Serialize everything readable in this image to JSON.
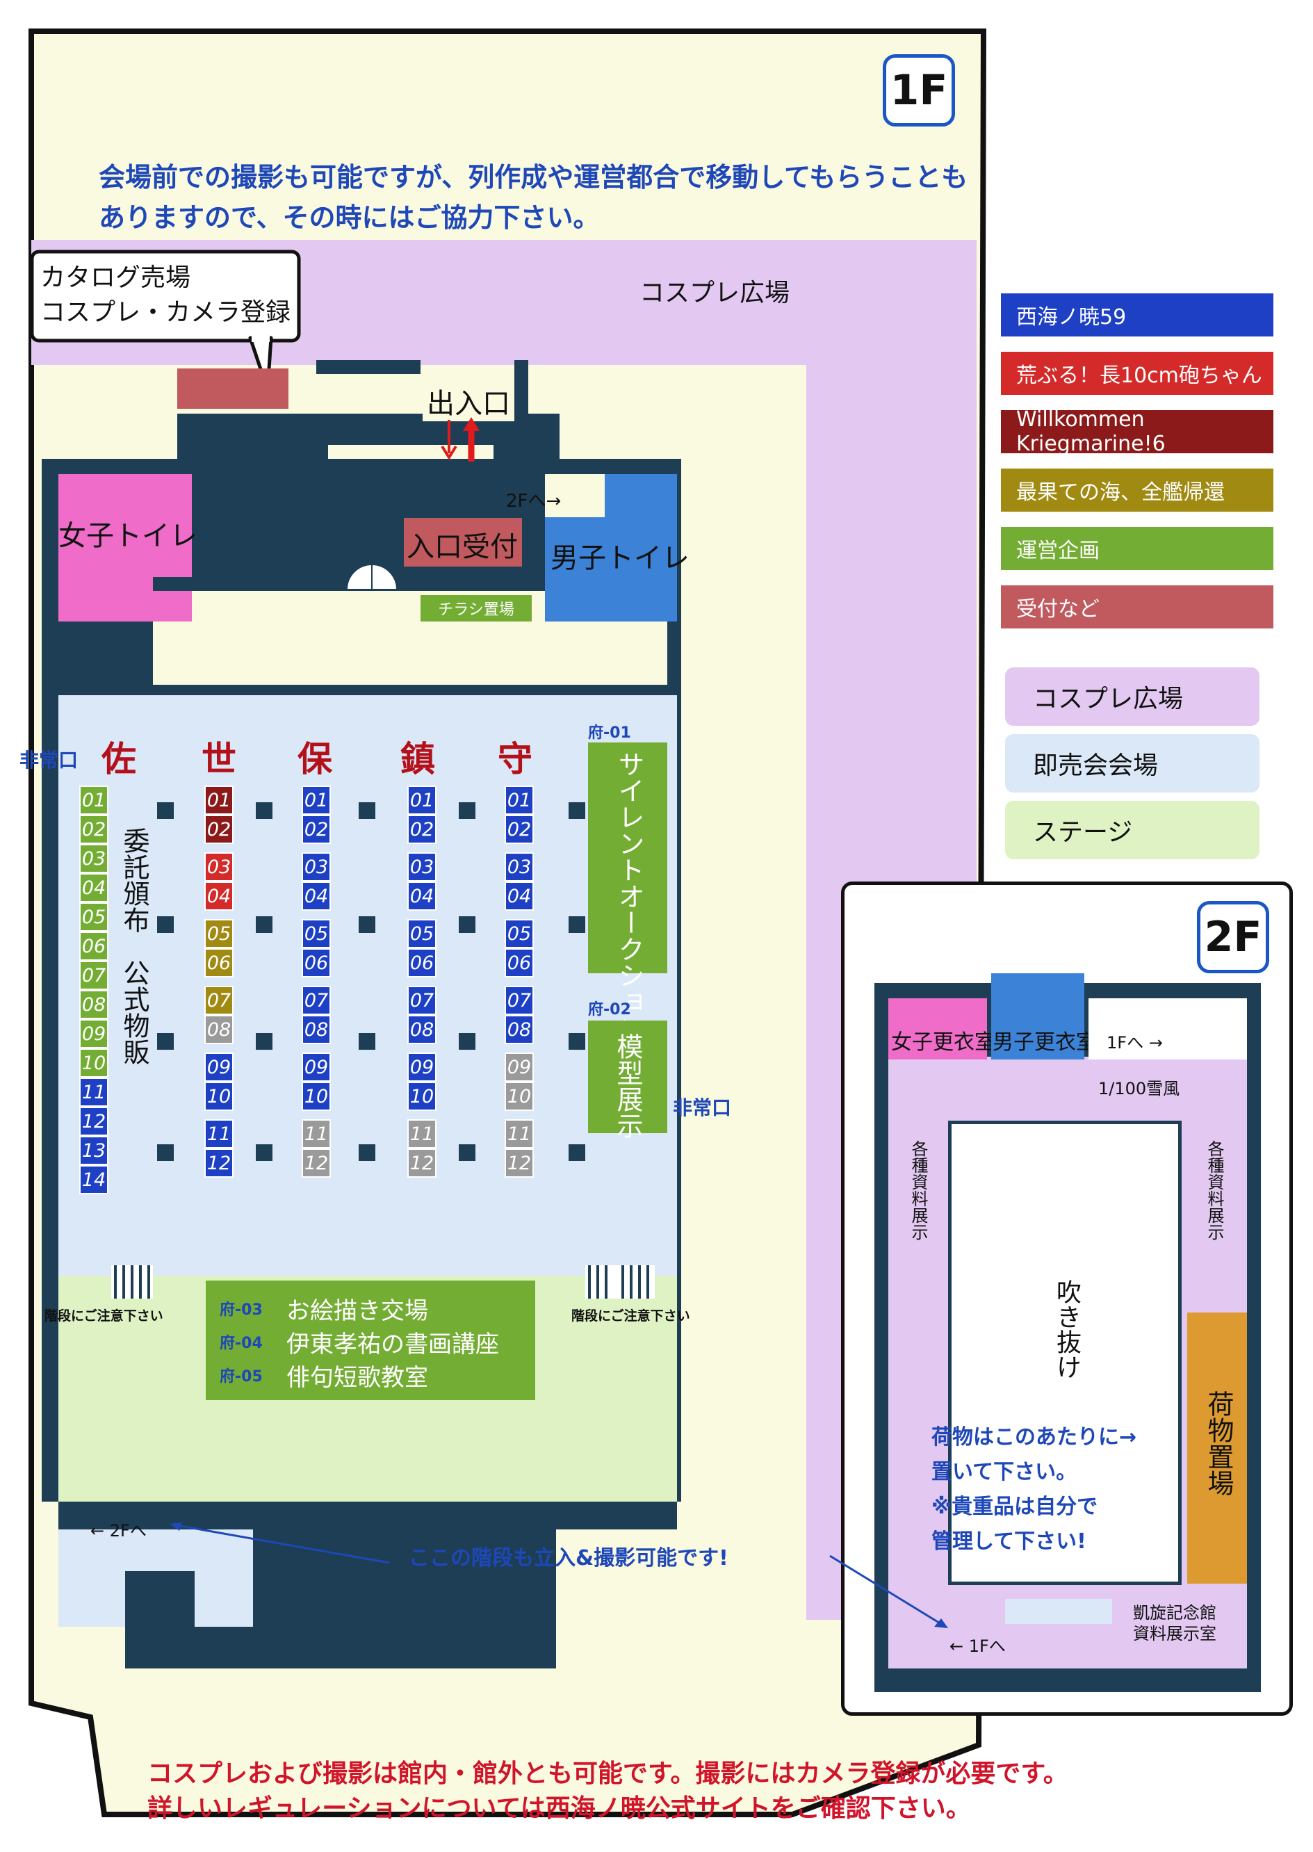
{
  "floor1": {
    "badge": "1F",
    "note_lines": [
      "会場前での撮影も可能ですが、列作成や運営都合で移動してもらうことも",
      "ありますので、その時にはご協力下さい。"
    ],
    "callout_lines": [
      "カタログ売場",
      "コスプレ・カメラ登録"
    ],
    "cosplay_plaza_label": "コスプレ広場",
    "entrance_label": "出入口",
    "reception_label": "入口受付",
    "to_2f_label": "2Fへ→",
    "to_2f_bottom_label": "← 2Fへ",
    "womens_toilet": "女子トイレ",
    "mens_toilet": "男子トイレ",
    "flyer_label": "チラシ置場",
    "emergency_left": "非常口",
    "emergency_right": "非常口",
    "stairs_caution_left": "階段にご注意下さい",
    "stairs_caution_right": "階段にご注意下さい",
    "stairs_note": "ここの階段も立入&撮影可能です!",
    "rows": [
      {
        "head": "佐",
        "booths": [
          {
            "n": "01",
            "c": "green"
          },
          {
            "n": "02",
            "c": "green"
          },
          {
            "n": "03",
            "c": "green"
          },
          {
            "n": "04",
            "c": "green"
          },
          {
            "n": "05",
            "c": "green"
          },
          {
            "n": "06",
            "c": "green"
          },
          {
            "n": "07",
            "c": "green"
          },
          {
            "n": "08",
            "c": "green"
          },
          {
            "n": "09",
            "c": "green"
          },
          {
            "n": "10",
            "c": "green"
          },
          {
            "n": "11",
            "c": "blue"
          },
          {
            "n": "12",
            "c": "blue"
          },
          {
            "n": "13",
            "c": "blue"
          },
          {
            "n": "14",
            "c": "blue"
          }
        ]
      },
      {
        "head": "世",
        "booths": [
          {
            "n": "01",
            "c": "maroon"
          },
          {
            "n": "02",
            "c": "maroon"
          },
          {
            "n": "03",
            "c": "red"
          },
          {
            "n": "04",
            "c": "red"
          },
          {
            "n": "05",
            "c": "olive"
          },
          {
            "n": "06",
            "c": "olive"
          },
          {
            "n": "07",
            "c": "olive"
          },
          {
            "n": "08",
            "c": "gray"
          },
          {
            "n": "09",
            "c": "blue"
          },
          {
            "n": "10",
            "c": "blue"
          },
          {
            "n": "11",
            "c": "blue"
          },
          {
            "n": "12",
            "c": "blue"
          }
        ]
      },
      {
        "head": "保",
        "booths": [
          {
            "n": "01",
            "c": "blue"
          },
          {
            "n": "02",
            "c": "blue"
          },
          {
            "n": "03",
            "c": "blue"
          },
          {
            "n": "04",
            "c": "blue"
          },
          {
            "n": "05",
            "c": "blue"
          },
          {
            "n": "06",
            "c": "blue"
          },
          {
            "n": "07",
            "c": "blue"
          },
          {
            "n": "08",
            "c": "blue"
          },
          {
            "n": "09",
            "c": "blue"
          },
          {
            "n": "10",
            "c": "blue"
          },
          {
            "n": "11",
            "c": "gray"
          },
          {
            "n": "12",
            "c": "gray"
          }
        ]
      },
      {
        "head": "鎮",
        "booths": [
          {
            "n": "01",
            "c": "blue"
          },
          {
            "n": "02",
            "c": "blue"
          },
          {
            "n": "03",
            "c": "blue"
          },
          {
            "n": "04",
            "c": "blue"
          },
          {
            "n": "05",
            "c": "blue"
          },
          {
            "n": "06",
            "c": "blue"
          },
          {
            "n": "07",
            "c": "blue"
          },
          {
            "n": "08",
            "c": "blue"
          },
          {
            "n": "09",
            "c": "blue"
          },
          {
            "n": "10",
            "c": "blue"
          },
          {
            "n": "11",
            "c": "gray"
          },
          {
            "n": "12",
            "c": "gray"
          }
        ]
      },
      {
        "head": "守",
        "booths": [
          {
            "n": "01",
            "c": "blue"
          },
          {
            "n": "02",
            "c": "blue"
          },
          {
            "n": "03",
            "c": "blue"
          },
          {
            "n": "04",
            "c": "blue"
          },
          {
            "n": "05",
            "c": "blue"
          },
          {
            "n": "06",
            "c": "blue"
          },
          {
            "n": "07",
            "c": "blue"
          },
          {
            "n": "08",
            "c": "blue"
          },
          {
            "n": "09",
            "c": "gray"
          },
          {
            "n": "10",
            "c": "gray"
          },
          {
            "n": "11",
            "c": "gray"
          },
          {
            "n": "12",
            "c": "gray"
          }
        ]
      }
    ],
    "consign_label": "委託頒布",
    "official_label": "公式物販",
    "fu01_code": "府-01",
    "fu01_label": "サイレントオークション",
    "fu02_code": "府-02",
    "fu02_label": "模型展示",
    "stage_items": [
      {
        "code": "府-03",
        "label": "お絵描き交場"
      },
      {
        "code": "府-04",
        "label": "伊東孝祐の書画講座"
      },
      {
        "code": "府-05",
        "label": "俳句短歌教室"
      }
    ]
  },
  "legend": [
    {
      "label": "西海ノ暁59",
      "color": "#1e40c4"
    },
    {
      "label": "荒ぶる！長10cm砲ちゃん",
      "color": "#d42a2a"
    },
    {
      "label": "Willkommen Kriegmarine!6",
      "color": "#8c1a1a"
    },
    {
      "label": "最果ての海、全艦帰還",
      "color": "#a08a12"
    },
    {
      "label": "運営企画",
      "color": "#74ad34"
    },
    {
      "label": "受付など",
      "color": "#c05a5e"
    }
  ],
  "zone_legend": [
    {
      "label": "コスプレ広場",
      "color": "#e3c9f2"
    },
    {
      "label": "即売会会場",
      "color": "#dbe8f7"
    },
    {
      "label": "ステージ",
      "color": "#dff2c4"
    }
  ],
  "floor2": {
    "badge": "2F",
    "womens_dressing": "女子更衣室",
    "mens_dressing": "男子更衣室",
    "to_1f_top": "1Fへ →",
    "to_1f_bottom": "← 1Fへ",
    "model_label": "1/100雪風",
    "left_exhibit": "各種資料展示",
    "right_exhibit": "各種資料展示",
    "atrium": "吹き抜け",
    "luggage": "荷物置場",
    "luggage_note_lines": [
      "荷物はこのあたりに→",
      "置いて下さい。",
      "※貴重品は自分で",
      "管理して下さい!"
    ],
    "museum_lines": [
      "凱旋記念館",
      "資料展示室"
    ]
  },
  "bottom_note_lines": [
    "コスプレおよび撮影は館内・館外とも可能です。撮影にはカメラ登録が必要です。",
    "詳しいレギュレーションについては西海ノ暁公式サイトをご確認下さい。"
  ],
  "booth_colors": {
    "green": "#74ad34",
    "blue": "#1e40c4",
    "maroon": "#8c1a1a",
    "red": "#d42a2a",
    "olive": "#a08a12",
    "gray": "#9a9a9a"
  }
}
